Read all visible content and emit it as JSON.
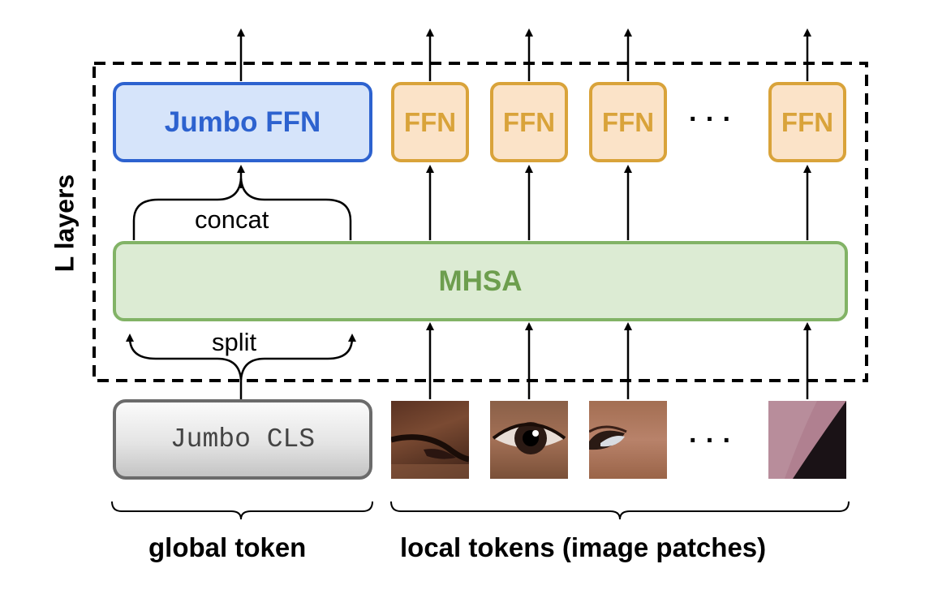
{
  "diagram": {
    "layers_label": "L layers",
    "jumbo_ffn_label": "Jumbo FFN",
    "ffn_label": "FFN",
    "ellipsis": "· · ·",
    "concat_label": "concat",
    "mhsa_label": "MHSA",
    "split_label": "split",
    "jumbo_cls_label": "Jumbo CLS",
    "global_token_label": "global token",
    "local_tokens_label": "local tokens (image patches)"
  },
  "colors": {
    "jumbo_ffn_fill": "#d6e4fa",
    "jumbo_ffn_border": "#2d62cf",
    "jumbo_ffn_text": "#2d62cf",
    "ffn_fill": "#fbe3c8",
    "ffn_border": "#d9a33a",
    "ffn_text": "#d9a33a",
    "mhsa_fill": "#dcebd3",
    "mhsa_border": "#82b366",
    "mhsa_text": "#6d9e4e",
    "cls_border": "#6b6b6b",
    "cls_text": "#444444"
  }
}
